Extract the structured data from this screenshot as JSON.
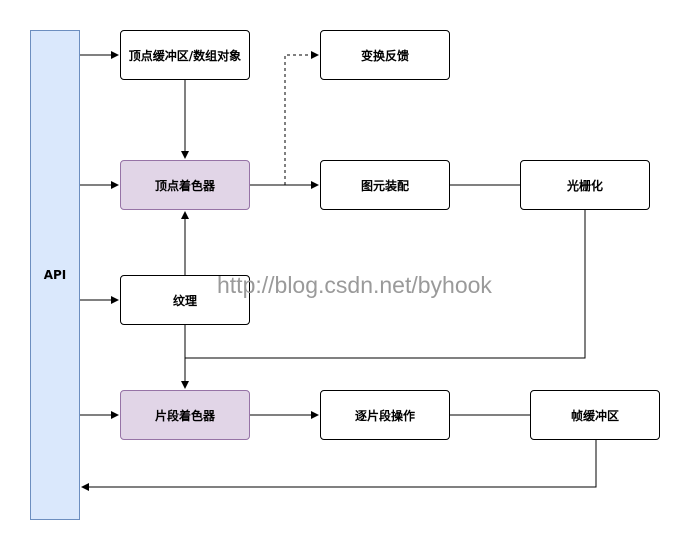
{
  "nodes": {
    "api": "API",
    "vertex_buffer": "顶点缓冲区/数组对象",
    "transform_feedback": "变换反馈",
    "vertex_shader": "顶点着色器",
    "primitive_assembly": "图元装配",
    "rasterization": "光栅化",
    "texture": "纹理",
    "fragment_shader": "片段着色器",
    "per_fragment_ops": "逐片段操作",
    "framebuffer": "帧缓冲区"
  },
  "watermark": "http://blog.csdn.net/byhook",
  "colors": {
    "api_fill": "#dae8fc",
    "api_stroke": "#6c8ebf",
    "shader_fill": "#e1d5e7",
    "shader_stroke": "#9673a6"
  }
}
